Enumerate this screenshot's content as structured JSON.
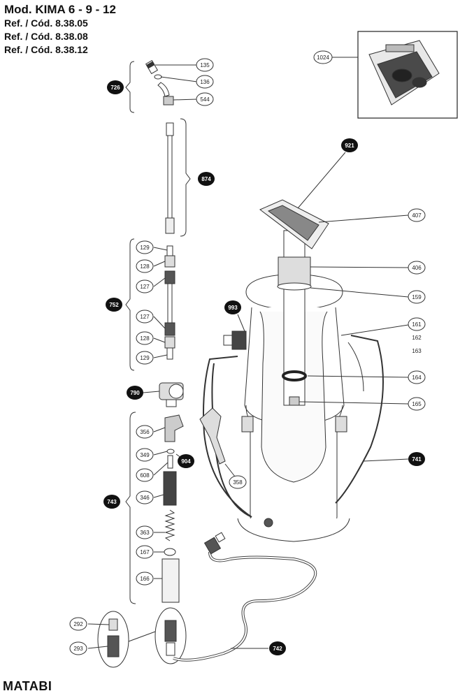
{
  "header": {
    "title": "Mod. KIMA 6 - 9 - 12",
    "refs": [
      "Ref. / Cód. 8.38.05",
      "Ref. / Cód. 8.38.08",
      "Ref. / Cód. 8.38.12"
    ]
  },
  "brand": "MATABI",
  "callouts": {
    "c135": "135",
    "c136": "136",
    "c544": "544",
    "c726": "726",
    "c1024": "1024",
    "c874": "874",
    "c921": "921",
    "c407": "407",
    "c129a": "129",
    "c128a": "128",
    "c127a": "127",
    "c752": "752",
    "c127b": "127",
    "c128b": "128",
    "c129b": "129",
    "c406": "406",
    "c159": "159",
    "c993": "993",
    "c161": "161",
    "c162": "162",
    "c163": "163",
    "c164": "164",
    "c165": "165",
    "c790": "790",
    "c356": "356",
    "c349": "349",
    "c904": "904",
    "c608": "608",
    "c358": "358",
    "c741": "741",
    "c743": "743",
    "c346": "346",
    "c363": "363",
    "c167": "167",
    "c166": "166",
    "c292": "292",
    "c293": "293",
    "c742": "742"
  }
}
